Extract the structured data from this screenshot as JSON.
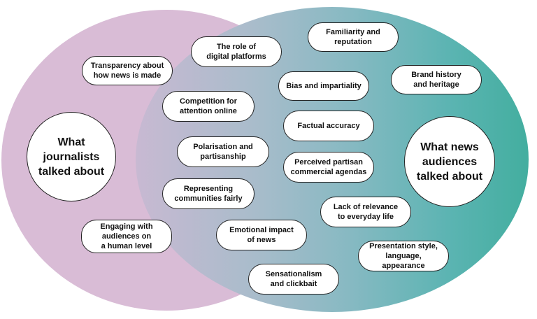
{
  "left_circle": "What\njournalists\ntalked about",
  "right_circle": "What news\naudiences\ntalked about",
  "topics": [
    {
      "id": "transparency",
      "label": "Transparency about\nhow news is made"
    },
    {
      "id": "digital-platforms",
      "label": "The role of\ndigital platforms"
    },
    {
      "id": "familiarity",
      "label": "Familiarity and\nreputation"
    },
    {
      "id": "brand-history",
      "label": "Brand history\nand heritage"
    },
    {
      "id": "bias",
      "label": "Bias and impartiality"
    },
    {
      "id": "competition",
      "label": "Competition for\nattention online"
    },
    {
      "id": "factual-accuracy",
      "label": "Factual accuracy"
    },
    {
      "id": "polarisation",
      "label": "Polarisation and\npartisanship"
    },
    {
      "id": "partisan-agendas",
      "label": "Perceived partisan\ncommercial agendas"
    },
    {
      "id": "representing",
      "label": "Representing\ncommunities fairly"
    },
    {
      "id": "relevance",
      "label": "Lack of relevance\nto everyday life"
    },
    {
      "id": "engaging",
      "label": "Engaging with\naudiences on\na human level"
    },
    {
      "id": "emotional-impact",
      "label": "Emotional impact\nof news"
    },
    {
      "id": "presentation",
      "label": "Presentation style,\nlanguage, appearance"
    },
    {
      "id": "sensationalism",
      "label": "Sensationalism\nand clickbait"
    }
  ]
}
